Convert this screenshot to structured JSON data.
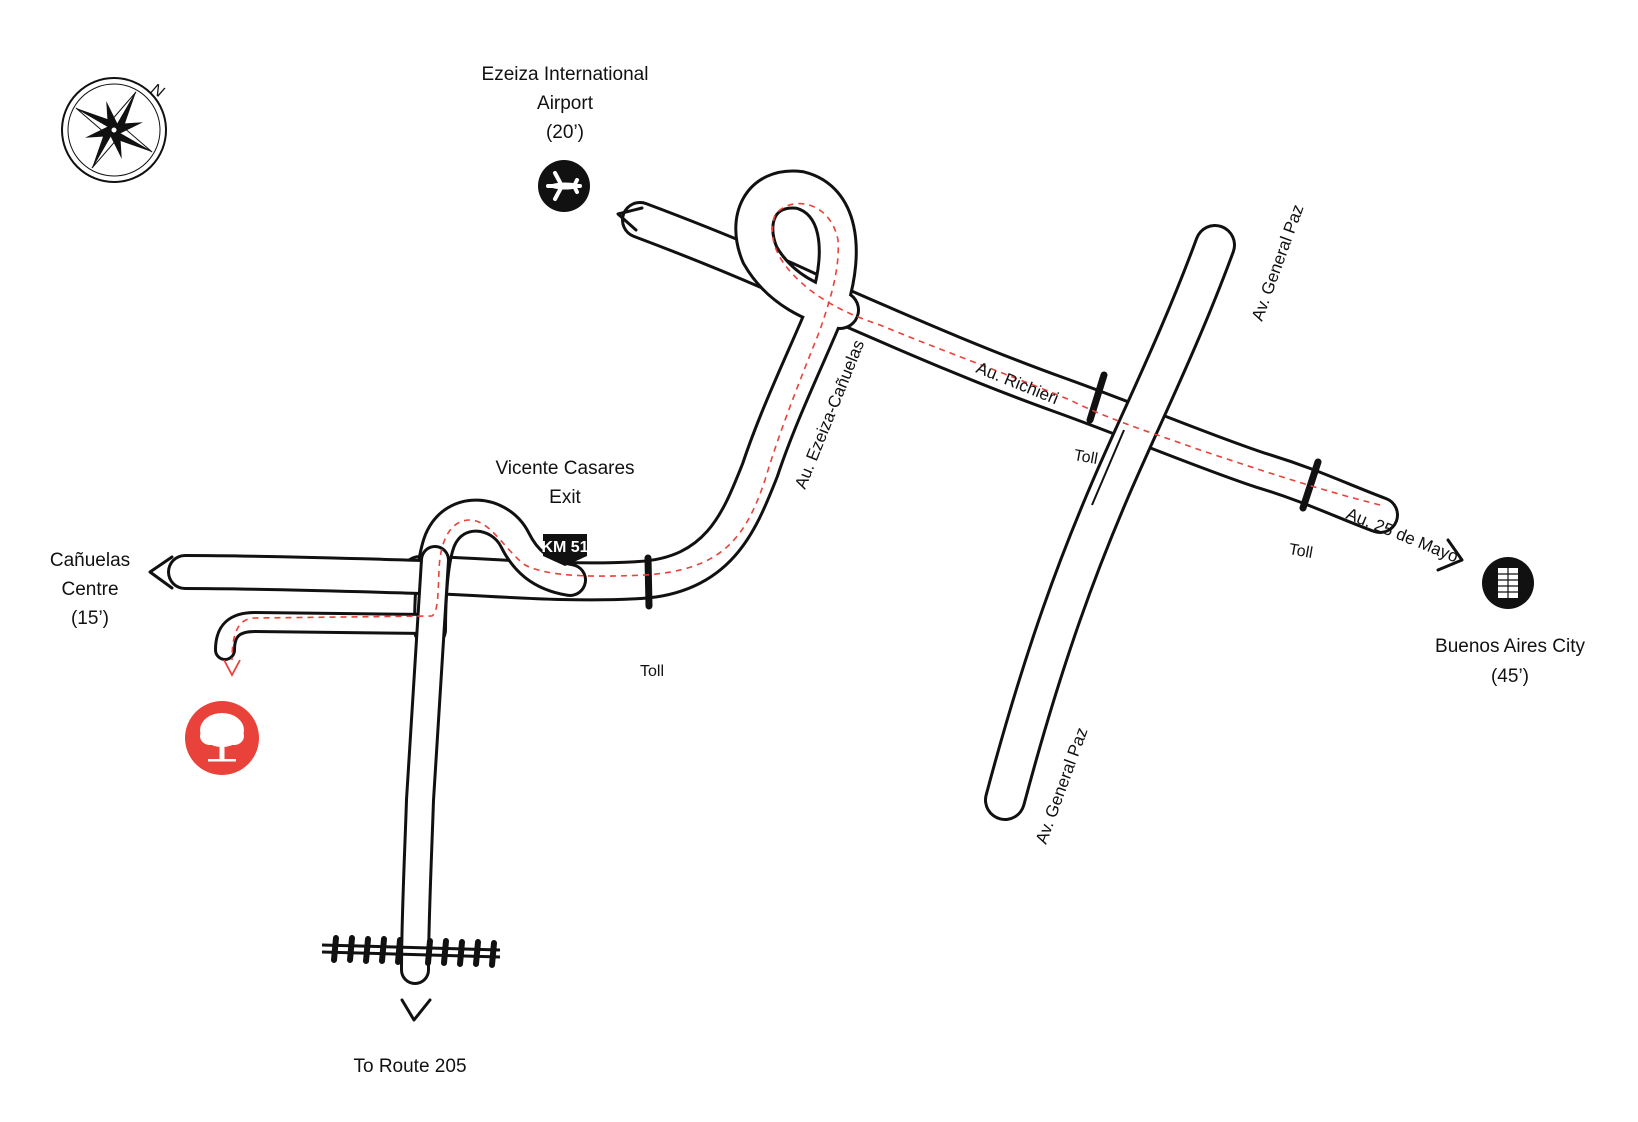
{
  "colors": {
    "ink": "#111111",
    "route": "#e8423a",
    "destination": "#e8423a",
    "poi_fill": "#111111"
  },
  "compass": {
    "north_label": "N",
    "icon": "compass-rose-icon"
  },
  "places": {
    "airport": {
      "name_line1": "Ezeiza International",
      "name_line2": "Airport",
      "time": "(20’)",
      "icon": "airplane-icon"
    },
    "vicente": {
      "name_line1": "Vicente Casares",
      "name_line2": "Exit",
      "km_sign": "KM 51"
    },
    "canuelas": {
      "name_line1": "Cañuelas",
      "name_line2": "Centre",
      "time": "(15’)"
    },
    "city": {
      "name": "Buenos Aires City",
      "time": "(45’)",
      "icon": "buildings-icon"
    },
    "route205": {
      "name": "To Route 205"
    },
    "destination": {
      "icon": "tree-icon"
    }
  },
  "roads": {
    "ezeiza_canuelas": "Au. Ezeiza-Cañuelas",
    "richieri": "Au. Richieri",
    "general_paz_north": "Av. General Paz",
    "general_paz_south": "Av. General Paz",
    "veinticinco_mayo": "Au. 25 de Mayo"
  },
  "tolls": [
    "Toll",
    "Toll",
    "Toll"
  ]
}
